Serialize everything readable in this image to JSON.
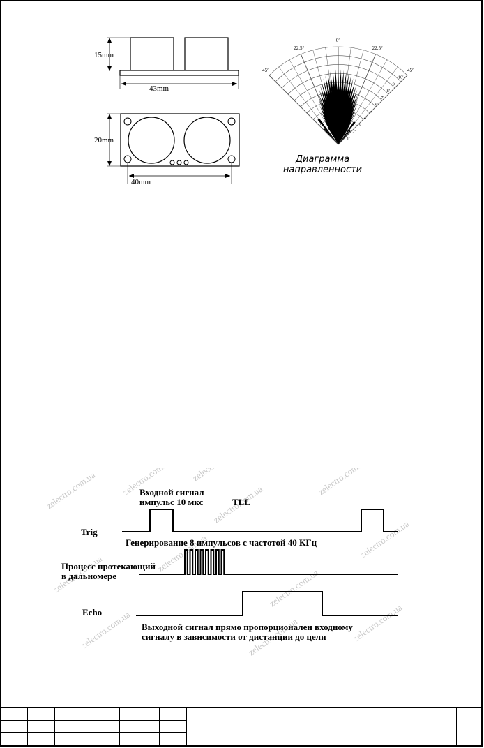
{
  "dimensions": {
    "height_label": "15mm",
    "length_label": "43mm",
    "width_label": "20mm",
    "spacing_label": "40mm"
  },
  "directivity": {
    "title_line1": "Диаграмма",
    "title_line2": "направленности",
    "angle_labels": [
      "0°",
      "22.5°",
      "22.5°",
      "45°",
      "45°"
    ],
    "distance_labels": [
      "1'",
      "2'",
      "3'",
      "4'",
      "5'",
      "6'",
      "7'",
      "8'",
      "9'",
      "10'"
    ]
  },
  "timing": {
    "input_line1": "Входной сигнал",
    "input_line2": "импульс 10 мкс",
    "ttl_label": "TLL",
    "trig_label": "Trig",
    "burst_label": "Генерирование 8 импульсов с частотой 40 КГц",
    "process_line1": "Процесс протекающий",
    "process_line2": "в дальномере",
    "echo_label": "Echo",
    "output_line1": "Выходной сигнал прямо пропорционален входному",
    "output_line2": "сигналу в зависимости от дистанции до цели",
    "watermark": "zelectro.com.ua",
    "burst_pulse_count": 8
  }
}
